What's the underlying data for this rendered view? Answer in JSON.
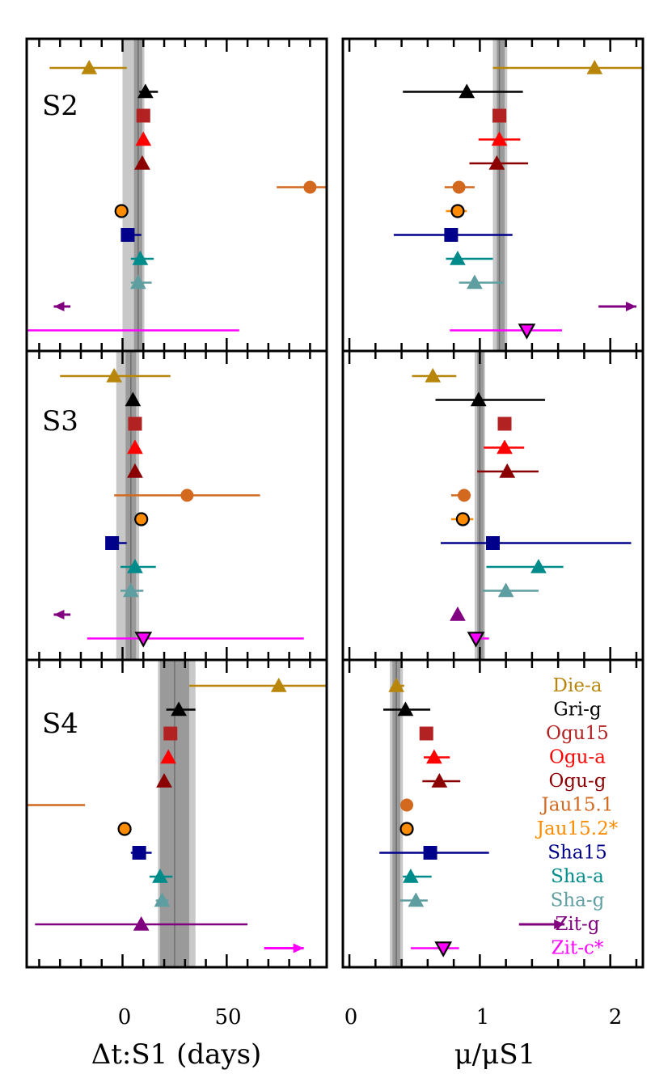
{
  "legend": [
    {
      "name": "Die-a",
      "color": "#b8860b",
      "marker": "triangle",
      "filled": true
    },
    {
      "name": "Gri-g",
      "color": "#000000",
      "marker": "triangle",
      "filled": true
    },
    {
      "name": "Ogu15",
      "color": "#b22222",
      "marker": "square",
      "filled": true
    },
    {
      "name": "Ogu-a",
      "color": "#ff0000",
      "marker": "triangle",
      "filled": true
    },
    {
      "name": "Ogu-g",
      "color": "#8b0000",
      "marker": "triangle",
      "filled": true
    },
    {
      "name": "Jau15.1",
      "color": "#d2691e",
      "marker": "circle",
      "filled": true
    },
    {
      "name": "Jau15.2*",
      "color": "#ff8c00",
      "marker": "circle",
      "filled": true,
      "edge": "#000000"
    },
    {
      "name": "Sha15",
      "color": "#00008b",
      "marker": "square",
      "filled": true
    },
    {
      "name": "Sha-a",
      "color": "#008b8b",
      "marker": "triangle",
      "filled": true
    },
    {
      "name": "Sha-g",
      "color": "#5f9ea0",
      "marker": "triangle",
      "filled": true
    },
    {
      "name": "Zit-g",
      "color": "#800080",
      "marker": "triangle",
      "filled": true
    },
    {
      "name": "Zit-c*",
      "color": "#ff00ff",
      "marker": "triangle-down",
      "filled": true,
      "edge": "#000000"
    }
  ],
  "chart_data": [
    {
      "type": "scatter",
      "panel": "S2",
      "column": "left",
      "xlabel": "",
      "xlim": [
        -46,
        98
      ],
      "xticks": [
        0,
        50
      ],
      "band": {
        "center": 7.5,
        "inner": [
          5.5,
          9.5
        ],
        "outer": [
          0,
          10.5
        ]
      },
      "points": [
        {
          "series": "Die-a",
          "x": -16,
          "xerr": [
            -35,
            2
          ]
        },
        {
          "series": "Gri-g",
          "x": 11,
          "xerr": [
            8,
            17
          ]
        },
        {
          "series": "Ogu15",
          "x": 10,
          "xerr": [
            10,
            10
          ]
        },
        {
          "series": "Ogu-a",
          "x": 10,
          "xerr": [
            10,
            10
          ]
        },
        {
          "series": "Ogu-g",
          "x": 9.5,
          "xerr": [
            9.5,
            9.5
          ]
        },
        {
          "series": "Jau15.1",
          "x": 90,
          "xerr": [
            74,
            98
          ]
        },
        {
          "series": "Jau15.2*",
          "x": -0.5,
          "xerr": [
            -0.5,
            -0.5
          ]
        },
        {
          "series": "Sha15",
          "x": 2.5,
          "xerr": [
            0,
            9
          ]
        },
        {
          "series": "Sha-a",
          "x": 8.5,
          "xerr": [
            4,
            15
          ]
        },
        {
          "series": "Sha-g",
          "x": 7.5,
          "xerr": [
            4,
            14
          ]
        },
        {
          "series": "Zit-g",
          "arrow": "left",
          "x": -25,
          "xend": -33
        },
        {
          "series": "Zit-c*",
          "x": null,
          "xerr": [
            -46,
            56
          ]
        }
      ]
    },
    {
      "type": "scatter",
      "panel": "S2",
      "column": "right",
      "xlabel": "",
      "xlim": [
        -0.05,
        2.25
      ],
      "xticks": [
        0,
        1,
        2
      ],
      "band": {
        "center": 1.15,
        "inner": [
          1.13,
          1.19
        ],
        "outer": [
          1.1,
          1.21
        ]
      },
      "points": [
        {
          "series": "Die-a",
          "x": 1.88,
          "xerr": [
            1.1,
            2.25
          ]
        },
        {
          "series": "Gri-g",
          "x": 0.9,
          "xerr": [
            0.41,
            1.33
          ]
        },
        {
          "series": "Ogu15",
          "x": 1.15,
          "xerr": [
            1.15,
            1.15
          ]
        },
        {
          "series": "Ogu-a",
          "x": 1.15,
          "xerr": [
            0.99,
            1.31
          ]
        },
        {
          "series": "Ogu-g",
          "x": 1.13,
          "xerr": [
            0.92,
            1.37
          ]
        },
        {
          "series": "Jau15.1",
          "x": 0.84,
          "xerr": [
            0.73,
            0.96
          ]
        },
        {
          "series": "Jau15.2*",
          "x": 0.83,
          "xerr": [
            0.74,
            0.9
          ]
        },
        {
          "series": "Sha15",
          "x": 0.78,
          "xerr": [
            0.34,
            1.25
          ]
        },
        {
          "series": "Sha-a",
          "x": 0.83,
          "xerr": [
            0.74,
            1.1
          ]
        },
        {
          "series": "Sha-g",
          "x": 0.96,
          "xerr": [
            0.84,
            1.18
          ]
        },
        {
          "series": "Zit-g",
          "arrow": "right",
          "x": 1.91,
          "xend": 2.2
        },
        {
          "series": "Zit-c*",
          "x": 1.36,
          "xerr": [
            0.77,
            1.63
          ],
          "marker": "triangle-down"
        }
      ]
    },
    {
      "type": "scatter",
      "panel": "S3",
      "column": "left",
      "xlabel": "",
      "xlim": [
        -46,
        98
      ],
      "xticks": [
        0,
        50
      ],
      "band": {
        "center": 4,
        "inner": [
          1.5,
          6.5
        ],
        "outer": [
          -3,
          8
        ]
      },
      "points": [
        {
          "series": "Die-a",
          "x": -4,
          "xerr": [
            -30,
            23
          ]
        },
        {
          "series": "Gri-g",
          "x": 5,
          "xerr": [
            5,
            5
          ]
        },
        {
          "series": "Ogu15",
          "x": 6,
          "xerr": [
            6,
            6
          ]
        },
        {
          "series": "Ogu-a",
          "x": 6,
          "xerr": [
            6,
            6
          ]
        },
        {
          "series": "Ogu-g",
          "x": 6,
          "xerr": [
            6,
            6
          ]
        },
        {
          "series": "Jau15.1",
          "x": 31,
          "xerr": [
            -4,
            66
          ]
        },
        {
          "series": "Jau15.2*",
          "x": 9,
          "xerr": [
            9,
            9
          ]
        },
        {
          "series": "Sha15",
          "x": -5,
          "xerr": [
            -5,
            2
          ]
        },
        {
          "series": "Sha-a",
          "x": 6,
          "xerr": [
            -1,
            16
          ]
        },
        {
          "series": "Sha-g",
          "x": 4,
          "xerr": [
            -1,
            10
          ]
        },
        {
          "series": "Zit-g",
          "arrow": "left",
          "x": -25,
          "xend": -33
        },
        {
          "series": "Zit-c*",
          "x": 10,
          "xerr": [
            -17,
            87
          ],
          "marker": "triangle-down"
        }
      ]
    },
    {
      "type": "scatter",
      "panel": "S3",
      "column": "right",
      "xlabel": "",
      "xlim": [
        -0.05,
        2.25
      ],
      "xticks": [
        0,
        1,
        2
      ],
      "band": {
        "center": 1.0,
        "inner": [
          0.98,
          1.03
        ],
        "outer": [
          0.96,
          1.04
        ]
      },
      "points": [
        {
          "series": "Die-a",
          "x": 0.64,
          "xerr": [
            0.48,
            0.82
          ]
        },
        {
          "series": "Gri-g",
          "x": 0.99,
          "xerr": [
            0.66,
            1.5
          ]
        },
        {
          "series": "Ogu15",
          "x": 1.19,
          "xerr": [
            1.19,
            1.19
          ]
        },
        {
          "series": "Ogu-a",
          "x": 1.19,
          "xerr": [
            1.03,
            1.34
          ]
        },
        {
          "series": "Ogu-g",
          "x": 1.21,
          "xerr": [
            0.98,
            1.45
          ]
        },
        {
          "series": "Jau15.1",
          "x": 0.88,
          "xerr": [
            0.78,
            0.93
          ]
        },
        {
          "series": "Jau15.2*",
          "x": 0.87,
          "xerr": [
            0.78,
            0.95
          ]
        },
        {
          "series": "Sha15",
          "x": 1.1,
          "xerr": [
            0.7,
            2.16
          ]
        },
        {
          "series": "Sha-a",
          "x": 1.45,
          "xerr": [
            1.05,
            1.64
          ]
        },
        {
          "series": "Sha-g",
          "x": 1.2,
          "xerr": [
            1.02,
            1.45
          ]
        },
        {
          "series": "Zit-g",
          "x": 0.83,
          "xerr": [
            0.83,
            0.83
          ]
        },
        {
          "series": "Zit-c*",
          "x": 0.97,
          "xerr": [
            0.94,
            1.07
          ],
          "marker": "triangle-down"
        }
      ]
    },
    {
      "type": "scatter",
      "panel": "S4",
      "column": "left",
      "xlabel": "Δt:S1 (days)",
      "xlim": [
        -46,
        98
      ],
      "xticks": [
        0,
        50
      ],
      "band": {
        "center": 25,
        "inner": [
          18,
          32
        ],
        "outer": [
          17,
          35
        ]
      },
      "points": [
        {
          "series": "Die-a",
          "x": 75,
          "xerr": [
            32,
            98
          ]
        },
        {
          "series": "Gri-g",
          "x": 27,
          "xerr": [
            21,
            35
          ]
        },
        {
          "series": "Ogu15",
          "x": 23,
          "xerr": [
            23,
            23
          ]
        },
        {
          "series": "Ogu-a",
          "x": 22,
          "xerr": [
            22,
            22
          ]
        },
        {
          "series": "Ogu-g",
          "x": 20,
          "xerr": [
            20,
            20
          ]
        },
        {
          "series": "Jau15.1",
          "x": null,
          "xerr": [
            -46,
            -18
          ]
        },
        {
          "series": "Jau15.2*",
          "x": 1,
          "xerr": [
            1,
            1
          ]
        },
        {
          "series": "Sha15",
          "x": 8,
          "xerr": [
            4,
            14
          ]
        },
        {
          "series": "Sha-a",
          "x": 18,
          "xerr": [
            13,
            24
          ]
        },
        {
          "series": "Sha-g",
          "x": 19,
          "xerr": [
            16,
            22
          ]
        },
        {
          "series": "Zit-g",
          "x": 9,
          "xerr": [
            -42,
            60
          ]
        },
        {
          "series": "Zit-c*",
          "arrow": "right",
          "x": 68,
          "xend": 87
        }
      ]
    },
    {
      "type": "scatter",
      "panel": "S4",
      "column": "right",
      "xlabel": "μ/μS1",
      "xlim": [
        -0.05,
        2.25
      ],
      "xticks": [
        0,
        1,
        2
      ],
      "band": {
        "center": 0.36,
        "inner": [
          0.33,
          0.39
        ],
        "outer": [
          0.31,
          0.41
        ]
      },
      "points": [
        {
          "series": "Die-a",
          "x": 0.36,
          "xerr": [
            0.33,
            0.42
          ]
        },
        {
          "series": "Gri-g",
          "x": 0.43,
          "xerr": [
            0.26,
            0.62
          ]
        },
        {
          "series": "Ogu15",
          "x": 0.59,
          "xerr": [
            0.59,
            0.59
          ]
        },
        {
          "series": "Ogu-a",
          "x": 0.65,
          "xerr": [
            0.57,
            0.77
          ]
        },
        {
          "series": "Ogu-g",
          "x": 0.69,
          "xerr": [
            0.56,
            0.85
          ]
        },
        {
          "series": "Jau15.1",
          "x": 0.44,
          "xerr": [
            0.44,
            0.44
          ]
        },
        {
          "series": "Jau15.2*",
          "x": 0.44,
          "xerr": [
            0.44,
            0.44
          ]
        },
        {
          "series": "Sha15",
          "x": 0.62,
          "xerr": [
            0.23,
            1.07
          ]
        },
        {
          "series": "Sha-a",
          "x": 0.47,
          "xerr": [
            0.41,
            0.63
          ]
        },
        {
          "series": "Sha-g",
          "x": 0.51,
          "xerr": [
            0.39,
            0.6
          ]
        },
        {
          "series": "Zit-g",
          "arrow": "right",
          "x": 1.3,
          "xend": 1.65
        },
        {
          "series": "Zit-c*",
          "x": 0.72,
          "xerr": [
            0.47,
            0.84
          ],
          "marker": "triangle-down"
        }
      ]
    }
  ]
}
